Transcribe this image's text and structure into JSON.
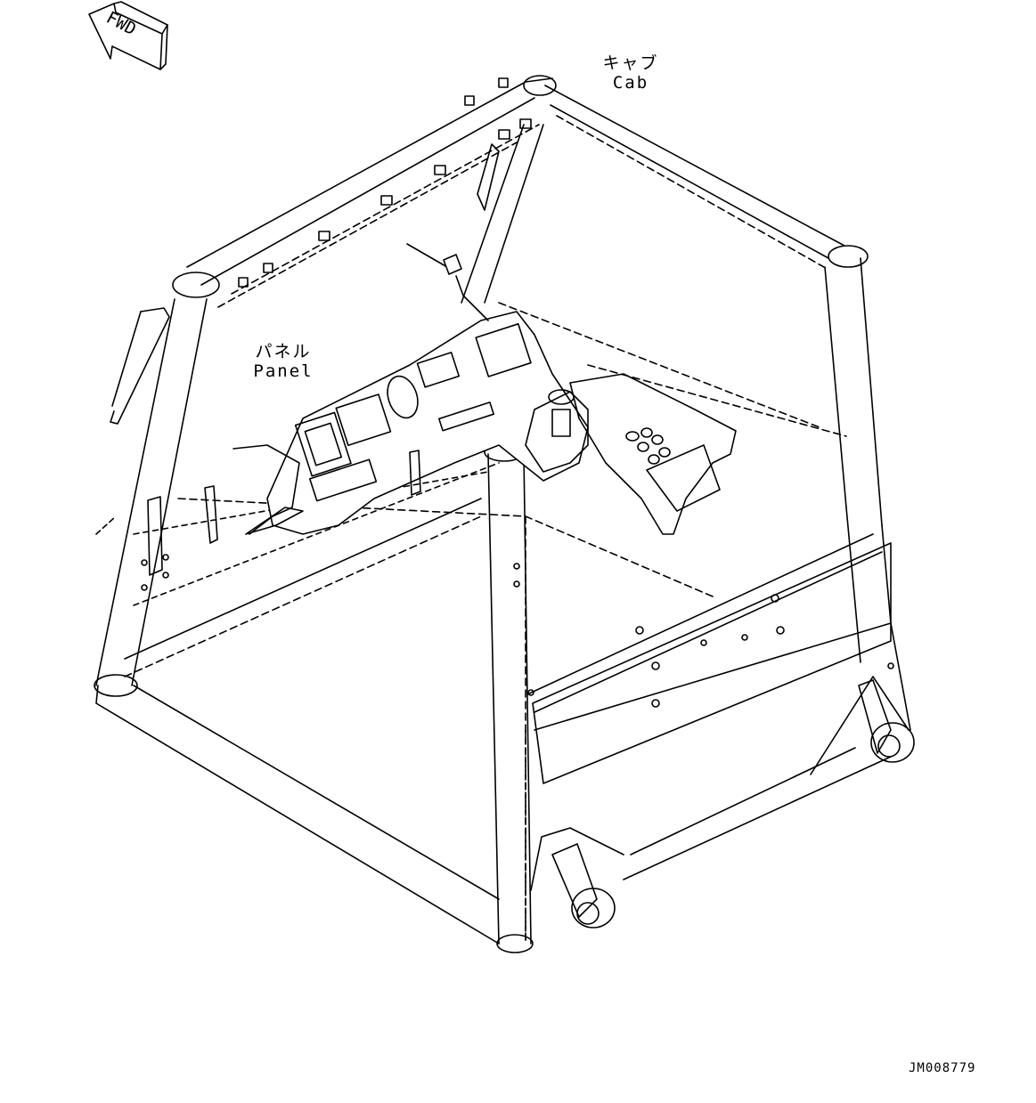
{
  "fwd_arrow": {
    "text": "FWD"
  },
  "labels": {
    "cab_jp": "キャブ",
    "cab_en": "Cab",
    "panel_jp": "パネル",
    "panel_en": "Panel"
  },
  "drawing_number": "JM008779"
}
